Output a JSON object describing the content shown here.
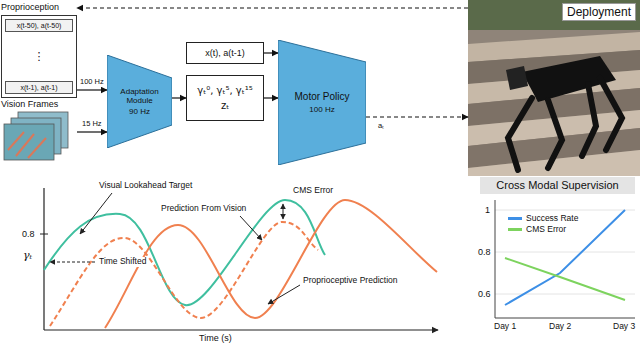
{
  "diagram": {
    "nodes": [
      {
        "text": [
          "Proprioception",
          "x(t-50), a(t-50)",
          "⋮",
          "x(t-1), a(t-1)"
        ]
      },
      {
        "text": [
          "Vision Frames"
        ]
      },
      {
        "text": [
          "Adaptation Module",
          "90 Hz"
        ]
      },
      {
        "text": [
          "x(t), a(t-1)"
        ]
      },
      {
        "text": [
          "γₜ⁰, γₜ⁵, γₜ¹⁵",
          "zₜ"
        ]
      },
      {
        "text": [
          "Motor Policy",
          "100 Hz"
        ]
      },
      {
        "text": [
          "Deployment"
        ]
      }
    ],
    "edges": [
      {
        "from": 0,
        "to": 2,
        "label": "100 Hz",
        "arrow": "to"
      },
      {
        "from": 1,
        "to": 2,
        "label": "15 Hz",
        "arrow": "to"
      },
      {
        "from": 2,
        "to": 4,
        "arrow": "to"
      },
      {
        "from": 3,
        "to": 5,
        "arrow": "to"
      },
      {
        "from": 4,
        "to": 5,
        "arrow": "to"
      },
      {
        "from": 5,
        "to": 6,
        "label": "aₜ",
        "arrow": "to"
      },
      {
        "from": 6,
        "to": 0,
        "arrow": "to"
      }
    ],
    "labels": [
      "γₜ",
      "0.8",
      "Time (s)",
      "Visual Lookahead Target",
      "CMS Error",
      "Prediction From Vision",
      "Time Shifted",
      "Proprioceptive Prediction",
      "Cross Modal Supervision",
      "1",
      "0.8",
      "0.6",
      "Day 1",
      "Day 2",
      "Day 3"
    ],
    "legend": [
      {
        "text": "Success Rate",
        "color": "#3d8fe6"
      },
      {
        "text": "CMS Error",
        "color": "#7dd35e"
      }
    ]
  }
}
